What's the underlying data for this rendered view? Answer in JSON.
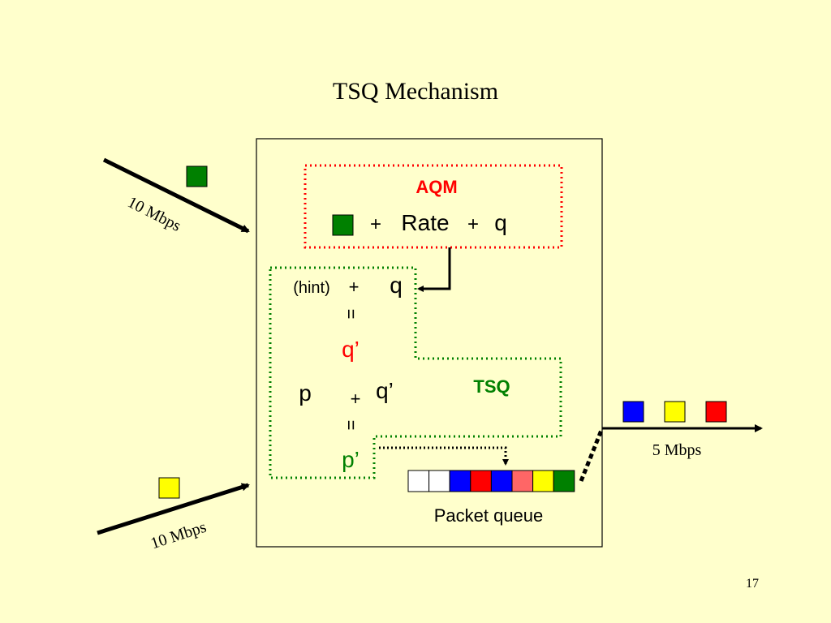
{
  "slide": {
    "title": "TSQ Mechanism",
    "page_number": "17"
  },
  "links": {
    "input_top": "10 Mbps",
    "input_bottom": "10 Mbps",
    "output": "5 Mbps"
  },
  "aqm": {
    "label": "AQM",
    "plus1": "+",
    "rate": "Rate",
    "plus2": "+",
    "q": "q"
  },
  "tsq": {
    "label": "TSQ",
    "hint": "(hint)",
    "plus_hint": "+",
    "q": "q",
    "equals1": "=",
    "q_prime": "q’",
    "p": "p",
    "plus_pq": "+",
    "q_prime2": "q’",
    "equals2": "=",
    "p_prime": "p’"
  },
  "packet_queue": {
    "label": "Packet queue",
    "cells": [
      "#ffffff",
      "#ffffff",
      "#0000ff",
      "#ff0000",
      "#0000ff",
      "#ff6666",
      "#ffff00",
      "#008000"
    ]
  },
  "packets": {
    "incoming_top": "#008000",
    "incoming_bottom": "#ffff00",
    "aqm_marker": "#008000",
    "outgoing": [
      "#0000ff",
      "#ffff00",
      "#ff0000"
    ]
  },
  "colors": {
    "background": "#ffffcc",
    "aqm": "#ff0000",
    "tsq": "#008000",
    "line": "#000000"
  }
}
